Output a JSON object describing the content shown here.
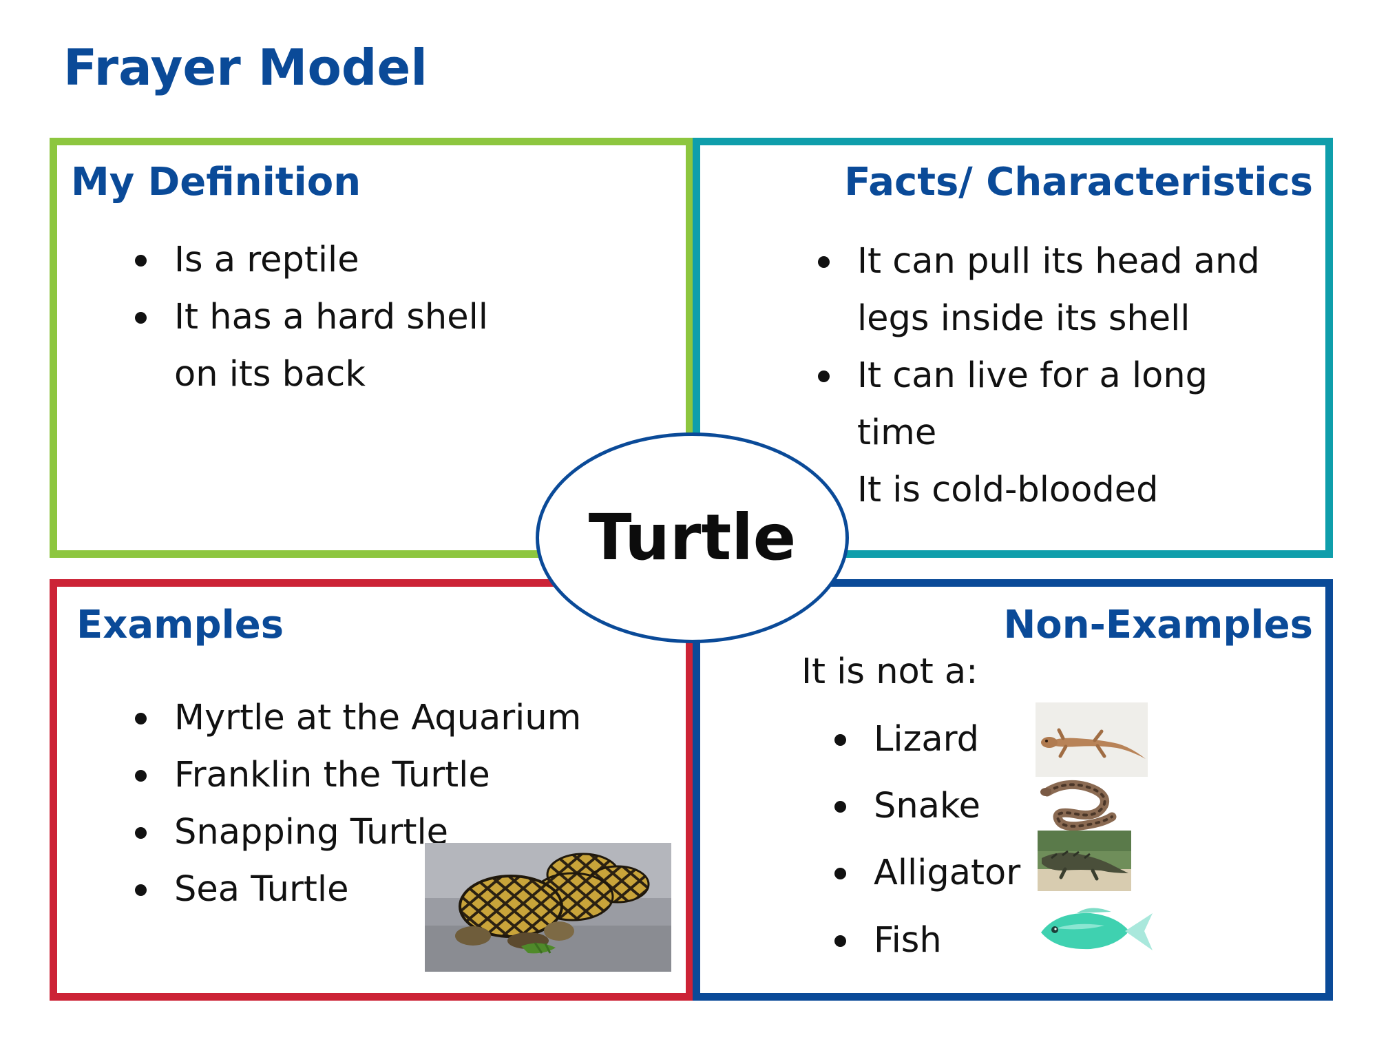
{
  "page": {
    "title": "Frayer Model"
  },
  "center": {
    "word": "Turtle"
  },
  "definition": {
    "heading": "My Definition",
    "items": [
      "Is a reptile",
      "It has a hard shell on its back"
    ]
  },
  "facts": {
    "heading": "Facts/ Characteristics",
    "items": [
      "It can pull its head and legs inside its shell",
      "It can live for a long time",
      "It is cold-blooded"
    ]
  },
  "examples": {
    "heading": "Examples",
    "items": [
      "Myrtle at the Aquarium",
      "Franklin the Turtle",
      "Snapping Turtle",
      "Sea Turtle"
    ]
  },
  "non_examples": {
    "heading": "Non-Examples",
    "lead": "It is not a:",
    "items": [
      "Lizard",
      "Snake",
      "Alligator",
      "Fish"
    ]
  },
  "pictures": {
    "examples": "tortoise-photo",
    "lizard": "lizard-photo",
    "snake": "snake-photo",
    "alligator": "alligator-photo",
    "fish": "fish-photo"
  },
  "colors": {
    "title_blue": "#0a4a98",
    "definition_border": "#8dc63f",
    "facts_border": "#0f9eab",
    "examples_border": "#cc2336",
    "non_examples_border": "#0a4a98"
  }
}
